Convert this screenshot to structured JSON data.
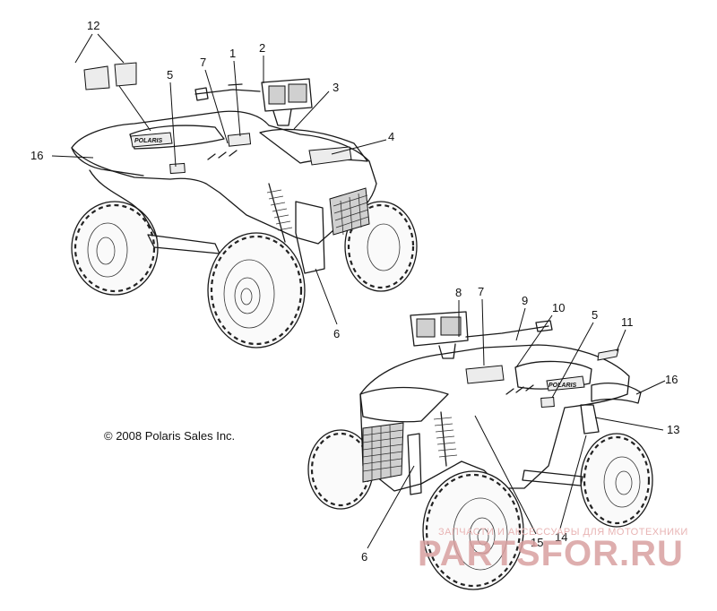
{
  "copyright": "© 2008 Polaris Sales Inc.",
  "watermark": {
    "line1": "ЗАПЧАСТИ И АКСЕССУАРЫ ДЛЯ МОТОТЕХНИКИ",
    "line2": "PARTSFOR.RU"
  },
  "decal_brand_text": "POLARIS",
  "callouts_top_vehicle": [
    "12",
    "7",
    "1",
    "2",
    "5",
    "3",
    "16",
    "4",
    "6"
  ],
  "callouts_bottom_vehicle": [
    "8",
    "7",
    "9",
    "10",
    "5",
    "11",
    "16",
    "13",
    "6",
    "15",
    "14"
  ],
  "colors": {
    "line": "#1a1a1a",
    "watermark": "#d9a0a0"
  }
}
